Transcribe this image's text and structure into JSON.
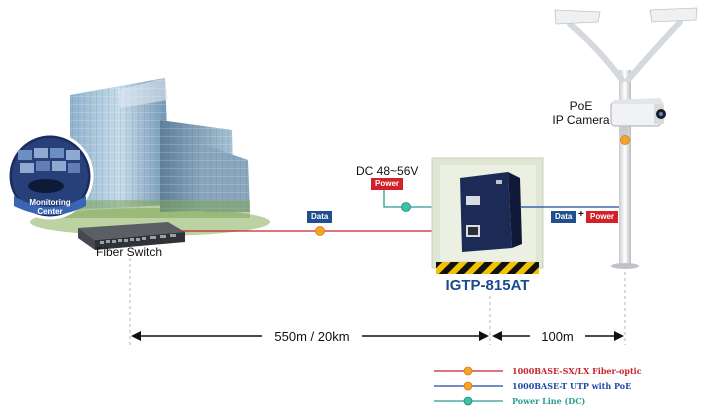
{
  "labels": {
    "monitoring_center": "Monitoring Center",
    "fiber_switch": "Fiber Switch",
    "poe_line1": "PoE",
    "poe_line2": "IP Camera",
    "dc_power": "DC 48~56V",
    "device": "IGTP-815AT",
    "distance_left": "550m / 20km",
    "distance_right": "100m"
  },
  "tags": {
    "data_left": "Data",
    "power_dc": "Power",
    "data_right": "Data",
    "plus": "+",
    "power_right": "Power"
  },
  "legend": [
    {
      "label": "1000BASE-SX/LX Fiber-optic",
      "color": "#c8232c"
    },
    {
      "label": "1000BASE-T UTP with PoE",
      "color": "#1f47a6"
    },
    {
      "label": "Power Line (DC)",
      "color": "#2a9d8f"
    }
  ],
  "colors": {
    "fiber": "#c8232c",
    "utp": "#1f47a6",
    "power": "#2a9d8f",
    "device_text": "#1b4b8c",
    "data_tag": "#1f4f8f",
    "power_tag": "#d3212b"
  }
}
